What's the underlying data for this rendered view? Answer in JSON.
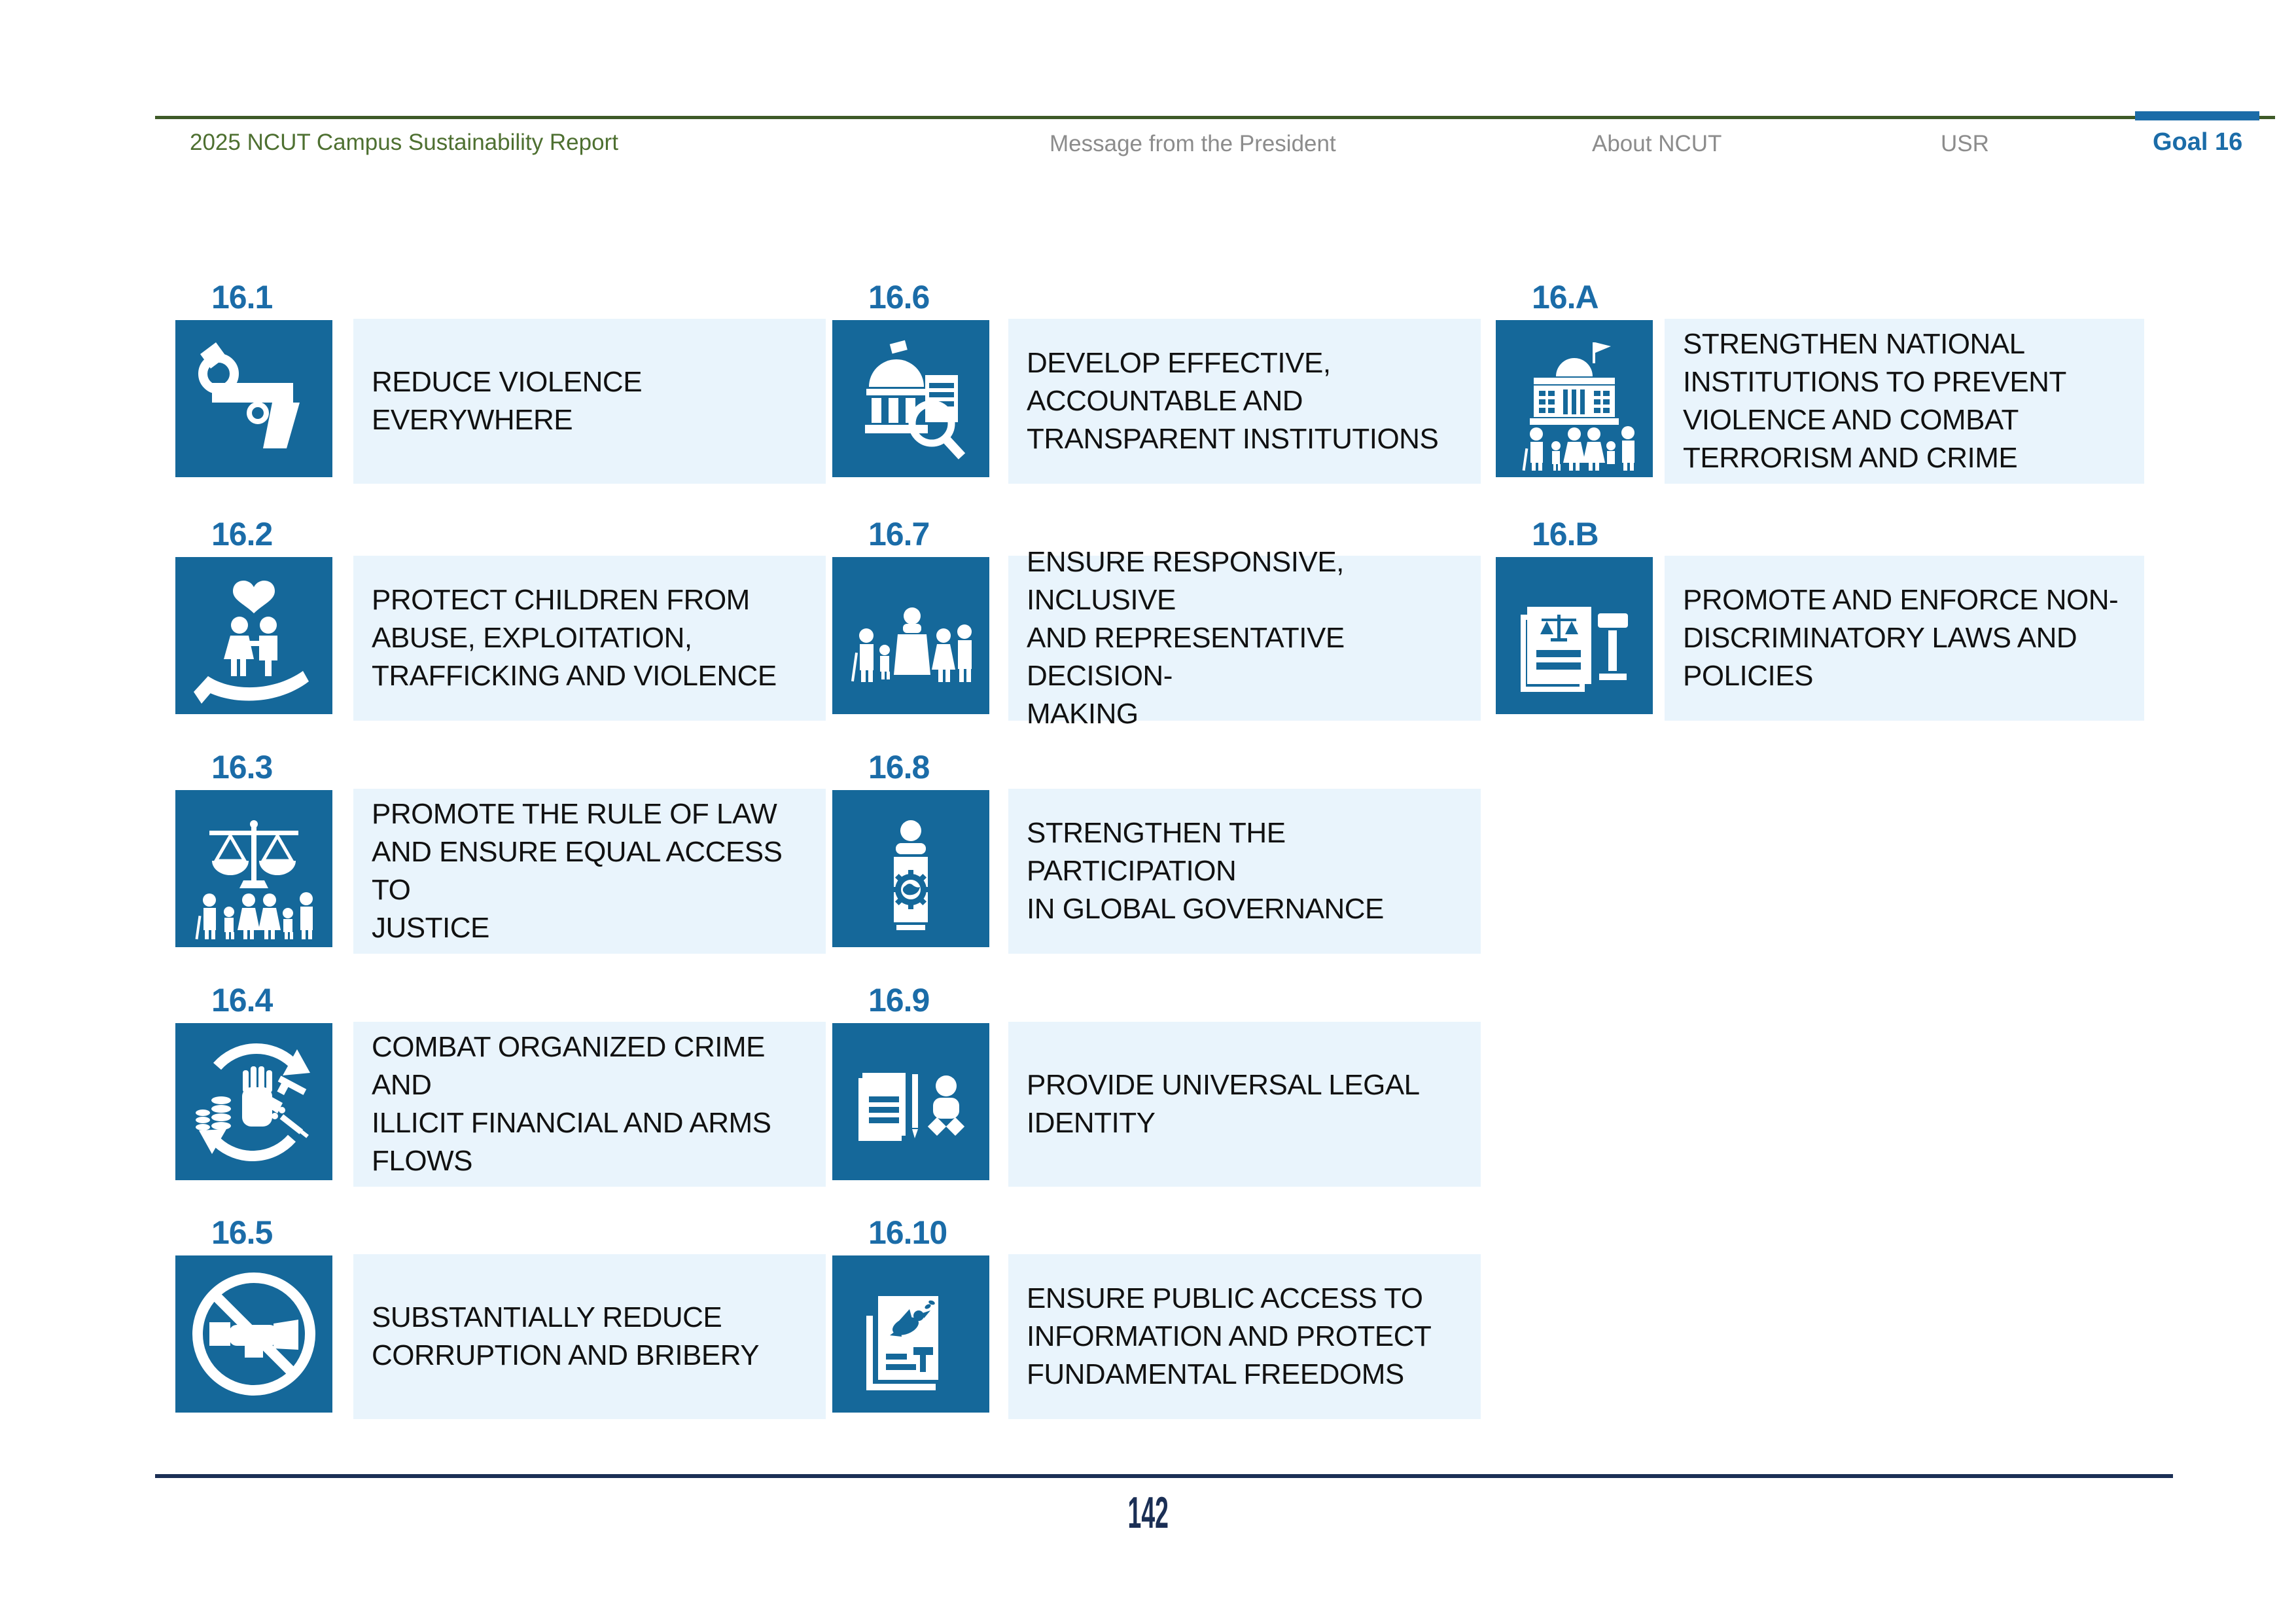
{
  "header": {
    "title": "2025 NCUT Campus Sustainability Report",
    "nav": [
      {
        "label": "Message from the President",
        "active": false
      },
      {
        "label": "About NCUT",
        "active": false
      },
      {
        "label": "USR",
        "active": false
      },
      {
        "label": "Goal 16",
        "active": true
      }
    ]
  },
  "targets": [
    {
      "number": "16.1",
      "icon": "knotted-gun",
      "description": "REDUCE VIOLENCE EVERYWHERE"
    },
    {
      "number": "16.2",
      "icon": "children-protection",
      "description": "PROTECT CHILDREN FROM\nABUSE, EXPLOITATION,\nTRAFFICKING AND VIOLENCE"
    },
    {
      "number": "16.3",
      "icon": "scales-of-justice",
      "description": "PROMOTE THE RULE OF LAW\nAND ENSURE EQUAL ACCESS TO\nJUSTICE"
    },
    {
      "number": "16.4",
      "icon": "stop-illicit-flows",
      "description": "COMBAT ORGANIZED CRIME AND\nILLICIT FINANCIAL AND ARMS\nFLOWS"
    },
    {
      "number": "16.5",
      "icon": "no-bribery",
      "description": "SUBSTANTIALLY REDUCE\nCORRUPTION AND BRIBERY"
    },
    {
      "number": "16.6",
      "icon": "transparent-institution",
      "description": "DEVELOP EFFECTIVE,\nACCOUNTABLE AND\nTRANSPARENT INSTITUTIONS"
    },
    {
      "number": "16.7",
      "icon": "inclusive-decision",
      "description": "ENSURE RESPONSIVE, INCLUSIVE\nAND REPRESENTATIVE DECISION-\nMAKING"
    },
    {
      "number": "16.8",
      "icon": "global-governance",
      "description": "STRENGTHEN THE PARTICIPATION\nIN GLOBAL GOVERNANCE"
    },
    {
      "number": "16.9",
      "icon": "legal-identity",
      "description": "PROVIDE UNIVERSAL LEGAL\nIDENTITY"
    },
    {
      "number": "16.10",
      "icon": "access-information",
      "description": "ENSURE PUBLIC ACCESS TO\nINFORMATION AND PROTECT\nFUNDAMENTAL FREEDOMS"
    },
    {
      "number": "16.A",
      "icon": "national-institutions",
      "description": "STRENGTHEN NATIONAL\nINSTITUTIONS TO PREVENT\nVIOLENCE AND COMBAT\nTERRORISM AND CRIME"
    },
    {
      "number": "16.B",
      "icon": "non-discriminatory-laws",
      "description": "PROMOTE AND ENFORCE NON-\nDISCRIMINATORY LAWS AND\nPOLICIES"
    }
  ],
  "footer": {
    "page_number": "142"
  },
  "colors": {
    "accent_blue": "#1B6CA8",
    "tile_blue": "#15689A",
    "box_blue": "#E9F4FC",
    "green_line": "#3E5A28",
    "green_text": "#4E7031",
    "nav_gray": "#8C8C8C",
    "navy": "#1B2F55"
  }
}
